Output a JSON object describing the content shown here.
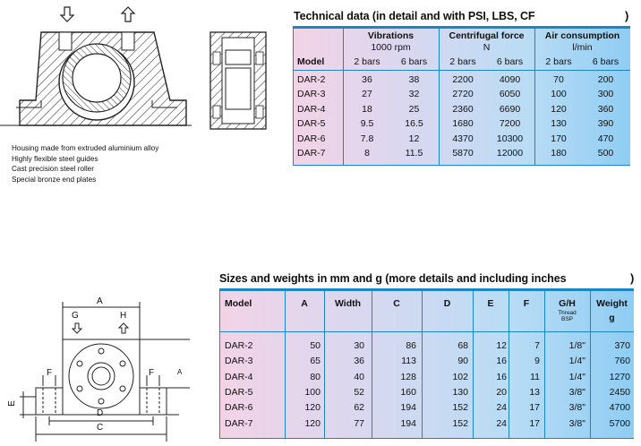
{
  "table1": {
    "title": "Technical data (in detail and with PSI, LBS, CF",
    "paren": ")",
    "headers": {
      "model": "Model",
      "vib_title": "Vibrations",
      "vib_sub": "1000 rpm",
      "cf_title": "Centrifugal force",
      "cf_sub": "N",
      "air_title": "Air consumption",
      "air_sub": "l/min",
      "b2": "2 bars",
      "b6": "6 bars"
    },
    "rows": [
      [
        "DAR-2",
        "36",
        "38",
        "2200",
        "4090",
        "70",
        "200"
      ],
      [
        "DAR-3",
        "27",
        "32",
        "2720",
        "6050",
        "100",
        "300"
      ],
      [
        "DAR-4",
        "18",
        "25",
        "2360",
        "6690",
        "120",
        "360"
      ],
      [
        "DAR-5",
        "9.5",
        "16.5",
        "1680",
        "7200",
        "130",
        "390"
      ],
      [
        "DAR-6",
        "7.8",
        "12",
        "4370",
        "10300",
        "170",
        "470"
      ],
      [
        "DAR-7",
        "8",
        "11.5",
        "5870",
        "12000",
        "180",
        "500"
      ]
    ]
  },
  "notes": [
    "Housing made from extruded aluminium alloy",
    "Highly flexible steel guides",
    "Cast precision steel roller",
    "Special bronze end plates"
  ],
  "table2": {
    "title": "Sizes and weights in mm and g (more details and including inches",
    "paren": ")",
    "headers": {
      "model": "Model",
      "a": "A",
      "width": "Width",
      "c": "C",
      "d": "D",
      "e": "E",
      "f": "F",
      "gh": "G/H",
      "gh_sub1": "Thread",
      "gh_sub2": "BSP",
      "weight": "Weight",
      "weight_unit": "g"
    },
    "rows": [
      [
        "DAR-2",
        "50",
        "30",
        "86",
        "68",
        "12",
        "7",
        "1/8\"",
        "370"
      ],
      [
        "DAR-3",
        "65",
        "36",
        "113",
        "90",
        "16",
        "9",
        "1/4\"",
        "760"
      ],
      [
        "DAR-4",
        "80",
        "40",
        "128",
        "102",
        "16",
        "11",
        "1/4\"",
        "1270"
      ],
      [
        "DAR-5",
        "100",
        "52",
        "160",
        "130",
        "20",
        "13",
        "3/8\"",
        "2450"
      ],
      [
        "DAR-6",
        "120",
        "62",
        "194",
        "152",
        "24",
        "17",
        "3/8\"",
        "4700"
      ],
      [
        "DAR-7",
        "120",
        "77",
        "194",
        "152",
        "24",
        "17",
        "3/8\"",
        "5700"
      ]
    ]
  },
  "drawing_labels": {
    "a": "A",
    "g": "G",
    "h": "H",
    "f_left": "F",
    "f_right": "F",
    "e": "E",
    "d": "D",
    "c": "C",
    "side_a": "A"
  }
}
